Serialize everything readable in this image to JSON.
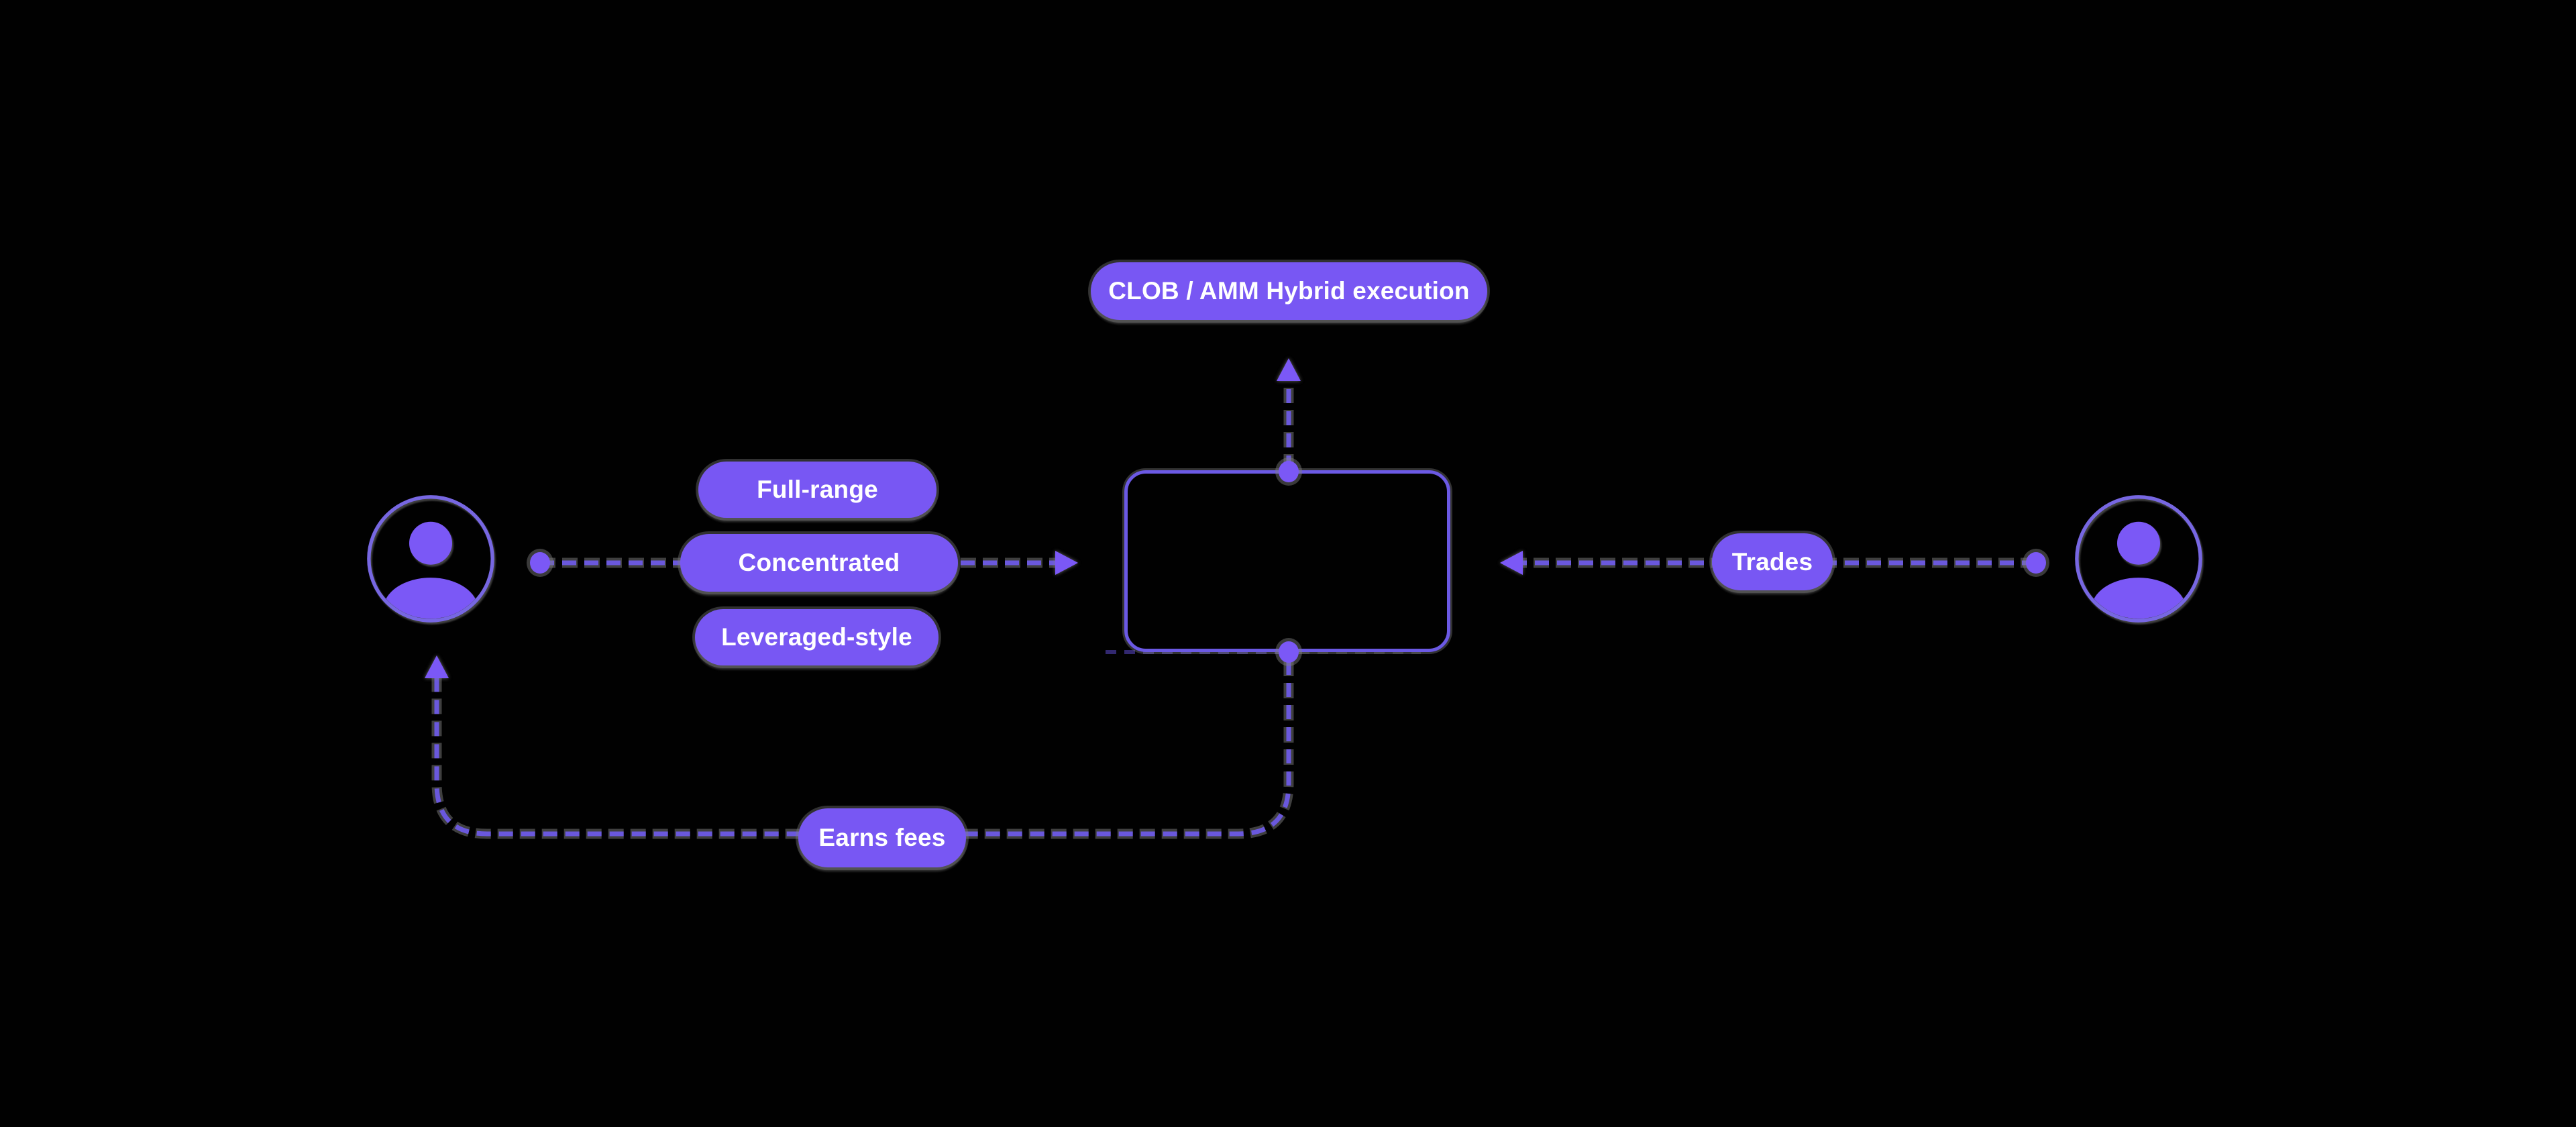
{
  "diagram": {
    "background": "#010101",
    "colors": {
      "accent": "#7b58f6",
      "pill_fill": "#7857f3",
      "edge_line": "#6a58dd",
      "node_border": "#6b59e4",
      "avatar_ring": "#7767e2",
      "halo_gray": "#7e7e7e",
      "text": "#ffffff"
    },
    "pills": {
      "clob": "CLOB / AMM Hybrid execution",
      "full_range": "Full-range",
      "concentrated": "Concentrated",
      "leveraged_style": "Leveraged-style",
      "trades": "Trades",
      "earns_fees": "Earns fees"
    },
    "nodes": {
      "lp": {
        "type": "user-avatar"
      },
      "pool_box": {
        "label": ""
      },
      "trader": {
        "type": "user-avatar"
      }
    },
    "edges": [
      {
        "from": "lp",
        "to": "pool_box",
        "labels": [
          "Full-range",
          "Concentrated",
          "Leveraged-style"
        ],
        "style": "dashed",
        "arrow": "to"
      },
      {
        "from": "pool_box",
        "to": "clob_pill",
        "label": "CLOB / AMM Hybrid execution",
        "style": "dashed",
        "arrow": "to"
      },
      {
        "from": "trader",
        "to": "pool_box",
        "label": "Trades",
        "style": "dashed",
        "arrow": "to"
      },
      {
        "from": "pool_box",
        "to": "lp",
        "label": "Earns fees",
        "style": "dashed",
        "arrow": "to"
      }
    ]
  }
}
